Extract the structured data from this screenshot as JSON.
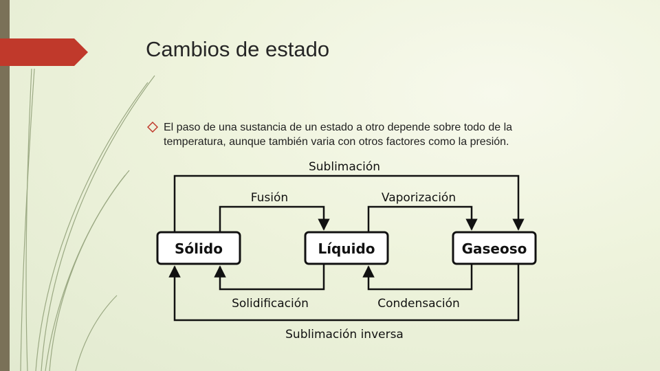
{
  "slide": {
    "title": "Cambios de estado",
    "bullet_icon": "diamond-outline-icon",
    "bullet_text": "El paso de una sustancia de un estado a otro depende sobre todo de la temperatura, aunque también varia con otros factores como la presión."
  },
  "diagram": {
    "nodes": {
      "solid": "Sólido",
      "liquid": "Líquido",
      "gas": "Gaseoso"
    },
    "transitions": {
      "sublimation": "Sublimación",
      "fusion": "Fusión",
      "vaporization": "Vaporización",
      "solidification": "Solidificación",
      "condensation": "Condensación",
      "inverse_sublimation": "Sublimación inversa"
    }
  },
  "colors": {
    "accent": "#c0392b",
    "sidebar": "#7a7158",
    "decor_lines": "#9aa882"
  }
}
